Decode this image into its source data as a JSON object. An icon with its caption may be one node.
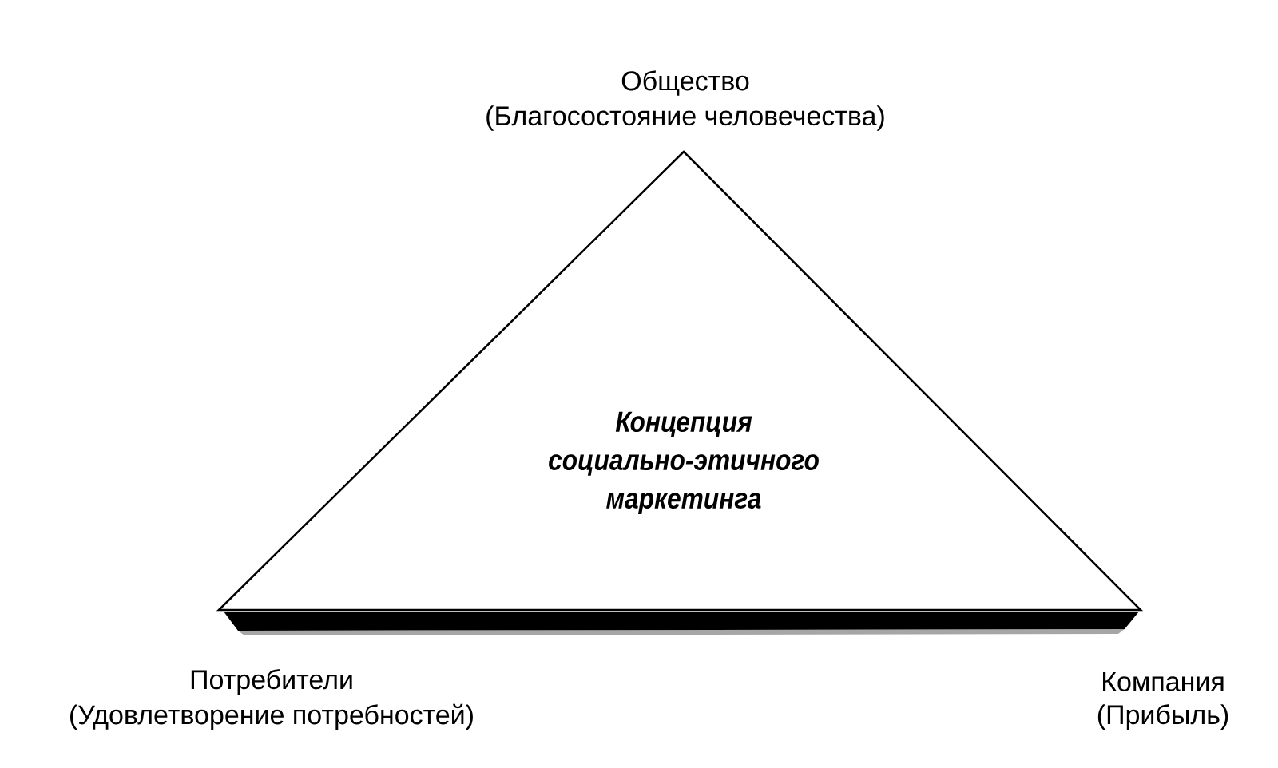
{
  "diagram": {
    "nodes": [
      {
        "text": [
          "Концепция социально-этичного маркетинга"
        ]
      }
    ],
    "labels": [
      "Общество",
      "(Благосостояние человечества)",
      "Потребители",
      "(Удовлетворение потребностей)",
      "Компания",
      "(Прибыль)"
    ]
  }
}
